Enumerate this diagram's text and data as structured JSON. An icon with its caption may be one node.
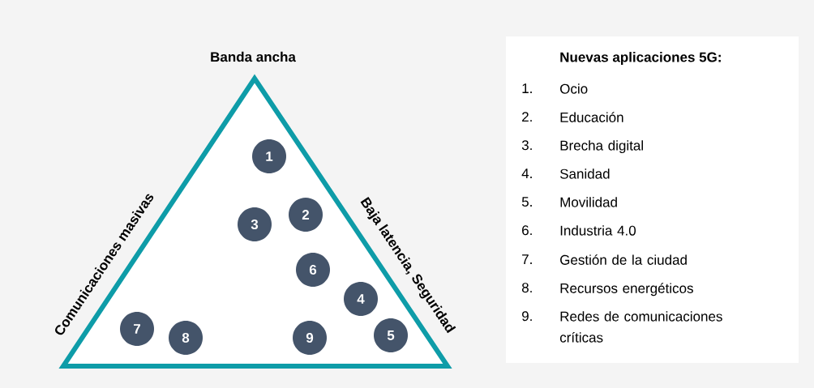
{
  "diagram": {
    "nodes": [
      {
        "text": [
          "Banda ancha",
          "Comunicaciones masivas",
          "Baja latencia, Seguridad"
        ]
      },
      {
        "text": [
          "1"
        ],
        "in": 0
      },
      {
        "text": [
          "2"
        ],
        "in": 0
      },
      {
        "text": [
          "3"
        ],
        "in": 0
      },
      {
        "text": [
          "6"
        ],
        "in": 0
      },
      {
        "text": [
          "4"
        ],
        "in": 0
      },
      {
        "text": [
          "7"
        ],
        "in": 0
      },
      {
        "text": [
          "8"
        ],
        "in": 0
      },
      {
        "text": [
          "9"
        ],
        "in": 0
      },
      {
        "text": [
          "5"
        ],
        "in": 0
      },
      {
        "text": [
          "Nuevas aplicaciones 5G:",
          "1.",
          "Ocio",
          "2.",
          "Educación",
          "3.",
          "Brecha digital",
          "4.",
          "Sanidad",
          "5.",
          "Movilidad",
          "6.",
          "Industria 4.0",
          "7.",
          "Gestión de la ciudad",
          "8.",
          "Recursos energéticos",
          "9.",
          "Redes de comunicaciones críticas"
        ]
      }
    ],
    "edges": []
  }
}
